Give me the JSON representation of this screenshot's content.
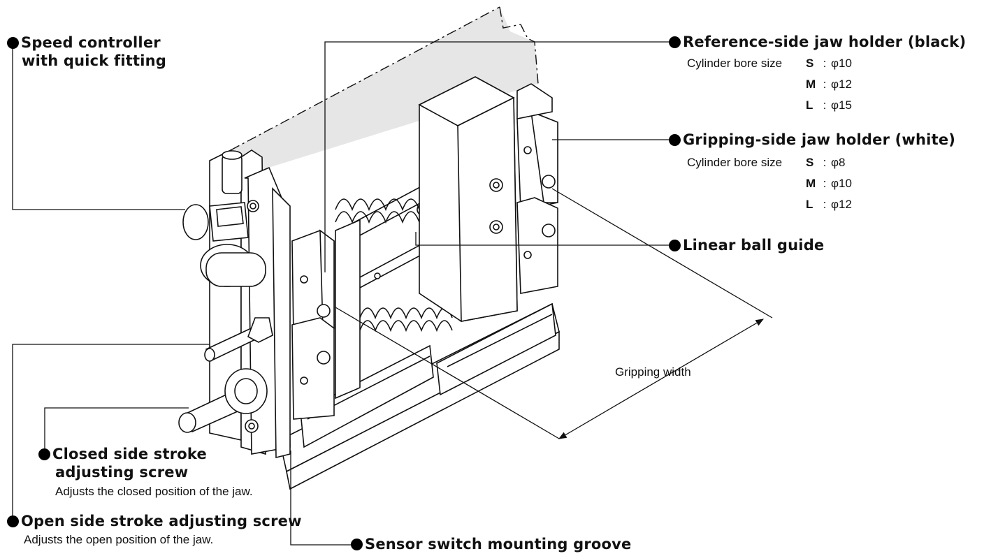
{
  "callouts": {
    "speed_controller": {
      "line1": "Speed controller",
      "line2": "with quick fitting"
    },
    "reference_jaw": {
      "title": "Reference-side jaw holder (black)",
      "bore_label": "Cylinder bore size"
    },
    "gripping_jaw": {
      "title": "Gripping-side jaw holder (white)",
      "bore_label": "Cylinder bore size"
    },
    "linear_ball_guide": {
      "title": "Linear ball guide"
    },
    "closed_side_screw": {
      "line1": "Closed side stroke",
      "line2": "adjusting screw",
      "note": "Adjusts the closed position of the jaw."
    },
    "open_side_screw": {
      "title": "Open side stroke adjusting screw",
      "note": "Adjusts the open position of the jaw."
    },
    "sensor_groove": {
      "title": "Sensor switch mounting groove"
    }
  },
  "reference_sizes": [
    {
      "code": "S",
      "sep": ":",
      "size": "φ10"
    },
    {
      "code": "M",
      "sep": ":",
      "size": "φ12"
    },
    {
      "code": "L",
      "sep": ":",
      "size": "φ15"
    }
  ],
  "gripping_sizes": [
    {
      "code": "S",
      "sep": ":",
      "size": "φ8"
    },
    {
      "code": "M",
      "sep": ":",
      "size": "φ10"
    },
    {
      "code": "L",
      "sep": ":",
      "size": "φ12"
    }
  ],
  "dimension": {
    "label": "Gripping width"
  },
  "colors": {
    "line": "#111111",
    "shade": "#e6e6e6",
    "face": "#ffffff"
  }
}
